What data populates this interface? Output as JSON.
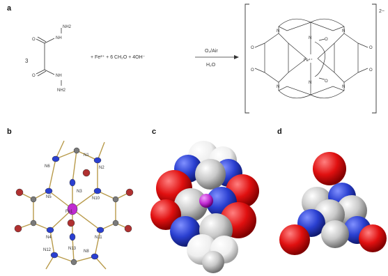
{
  "panels": {
    "a": "a",
    "b": "b",
    "c": "c",
    "d": "d"
  },
  "reaction": {
    "coefficient": "3",
    "reactant_atoms": {
      "nh2_top": "NH2",
      "nh_top": "NH",
      "o_top": "O",
      "o_bottom": "O",
      "nh_bottom": "NH",
      "nh2_bottom": "NH2"
    },
    "reagents": "+  Fe²⁺ + 6 CH₂O + 4OH⁻",
    "arrow_top": "O₂/Air",
    "arrow_bottom": "H₂O",
    "product_charge": "2−",
    "metal_label": "Fe⁴⁺",
    "ring_atoms": {
      "n": "N",
      "o": "O"
    }
  },
  "crystal_labels": {
    "fe": "Fe1",
    "n_labels": [
      "N6",
      "N1",
      "N5",
      "N2",
      "N10",
      "N3",
      "N4",
      "N11",
      "N12",
      "N13",
      "N8"
    ]
  },
  "colors": {
    "oxygen": "#e01010",
    "nitrogen": "#2a3fd0",
    "carbon": "#c8c8c8",
    "hydrogen": "#eeeeee",
    "iron": "#c02ad0",
    "bond": "#b89a4a"
  }
}
